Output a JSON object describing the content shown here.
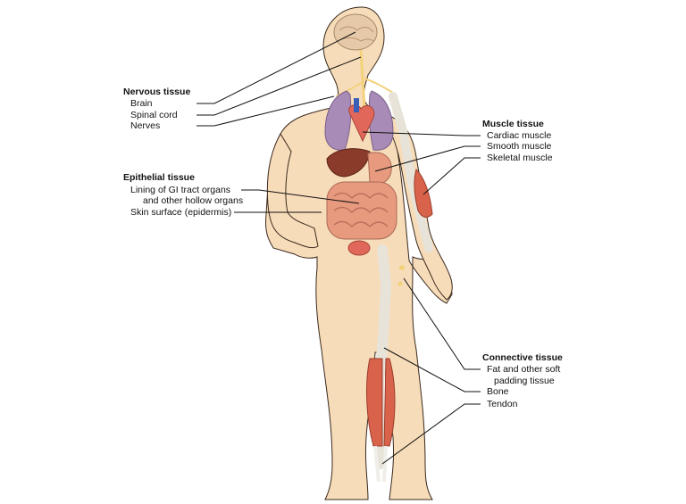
{
  "groups": {
    "nervous": {
      "header": "Nervous tissue",
      "items": [
        "Brain",
        "Spinal cord",
        "Nerves"
      ]
    },
    "epithelial": {
      "header": "Epithelial tissue",
      "items": [
        "Lining of GI tract organs",
        "and other hollow organs",
        "Skin surface (epidermis)"
      ]
    },
    "muscle": {
      "header": "Muscle tissue",
      "items": [
        "Cardiac muscle",
        "Smooth muscle",
        "Skeletal muscle"
      ]
    },
    "connective": {
      "header": "Connective tissue",
      "items": [
        "Fat and other soft",
        "padding tissue",
        "Bone",
        "Tendon"
      ]
    }
  },
  "colors": {
    "skin": "#f7dcb9",
    "skin_outline": "#3a2a1e",
    "lung": "#a98bb8",
    "heart": "#e0675a",
    "liver": "#8b3b2a",
    "intestine": "#e89a7f",
    "muscle": "#d9624a",
    "bone": "#e8e3d8",
    "nerve": "#f2d27a",
    "brain": "#e6c9a8"
  }
}
